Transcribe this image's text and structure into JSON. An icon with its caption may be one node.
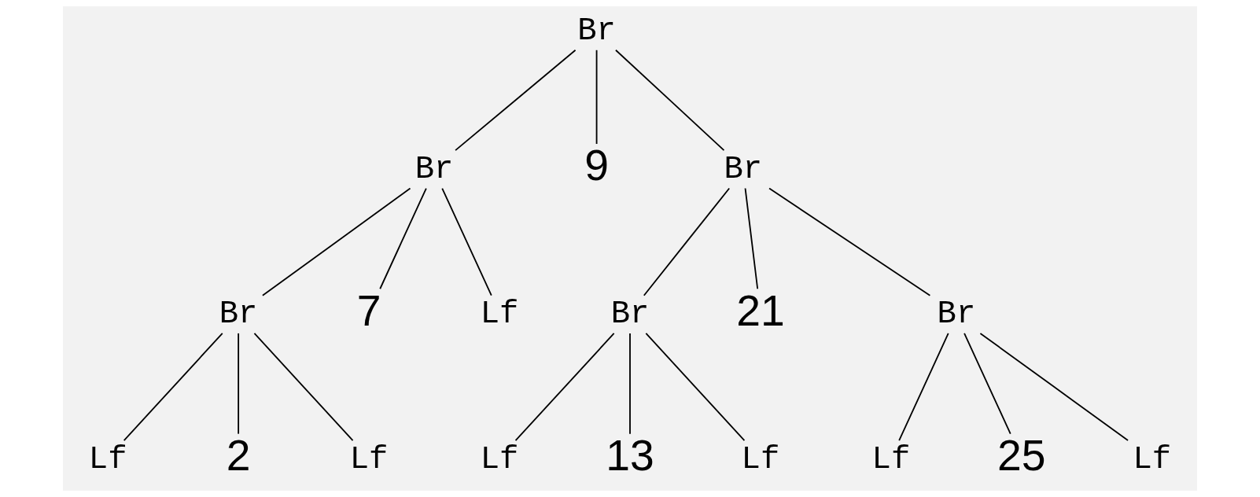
{
  "diagram": {
    "nodes": [
      {
        "text": [
          "Br"
        ]
      },
      {
        "text": [
          "Br"
        ]
      },
      {
        "text": [
          "9"
        ]
      },
      {
        "text": [
          "Br"
        ]
      },
      {
        "text": [
          "Br"
        ]
      },
      {
        "text": [
          "7"
        ]
      },
      {
        "text": [
          "Lf"
        ]
      },
      {
        "text": [
          "Br"
        ]
      },
      {
        "text": [
          "21"
        ]
      },
      {
        "text": [
          "Br"
        ]
      },
      {
        "text": [
          "Lf"
        ]
      },
      {
        "text": [
          "2"
        ]
      },
      {
        "text": [
          "Lf"
        ]
      },
      {
        "text": [
          "Lf"
        ]
      },
      {
        "text": [
          "13"
        ]
      },
      {
        "text": [
          "Lf"
        ]
      },
      {
        "text": [
          "Lf"
        ]
      },
      {
        "text": [
          "25"
        ]
      },
      {
        "text": [
          "Lf"
        ]
      }
    ],
    "edges": [
      {
        "from": 0,
        "to": 1,
        "arrow": "none"
      },
      {
        "from": 0,
        "to": 2,
        "arrow": "none"
      },
      {
        "from": 0,
        "to": 3,
        "arrow": "none"
      },
      {
        "from": 1,
        "to": 4,
        "arrow": "none"
      },
      {
        "from": 1,
        "to": 5,
        "arrow": "none"
      },
      {
        "from": 1,
        "to": 6,
        "arrow": "none"
      },
      {
        "from": 3,
        "to": 7,
        "arrow": "none"
      },
      {
        "from": 3,
        "to": 8,
        "arrow": "none"
      },
      {
        "from": 3,
        "to": 9,
        "arrow": "none"
      },
      {
        "from": 4,
        "to": 10,
        "arrow": "none"
      },
      {
        "from": 4,
        "to": 11,
        "arrow": "none"
      },
      {
        "from": 4,
        "to": 12,
        "arrow": "none"
      },
      {
        "from": 7,
        "to": 13,
        "arrow": "none"
      },
      {
        "from": 7,
        "to": 14,
        "arrow": "none"
      },
      {
        "from": 7,
        "to": 15,
        "arrow": "none"
      },
      {
        "from": 9,
        "to": 16,
        "arrow": "none"
      },
      {
        "from": 9,
        "to": 17,
        "arrow": "none"
      },
      {
        "from": 9,
        "to": 18,
        "arrow": "none"
      }
    ]
  }
}
